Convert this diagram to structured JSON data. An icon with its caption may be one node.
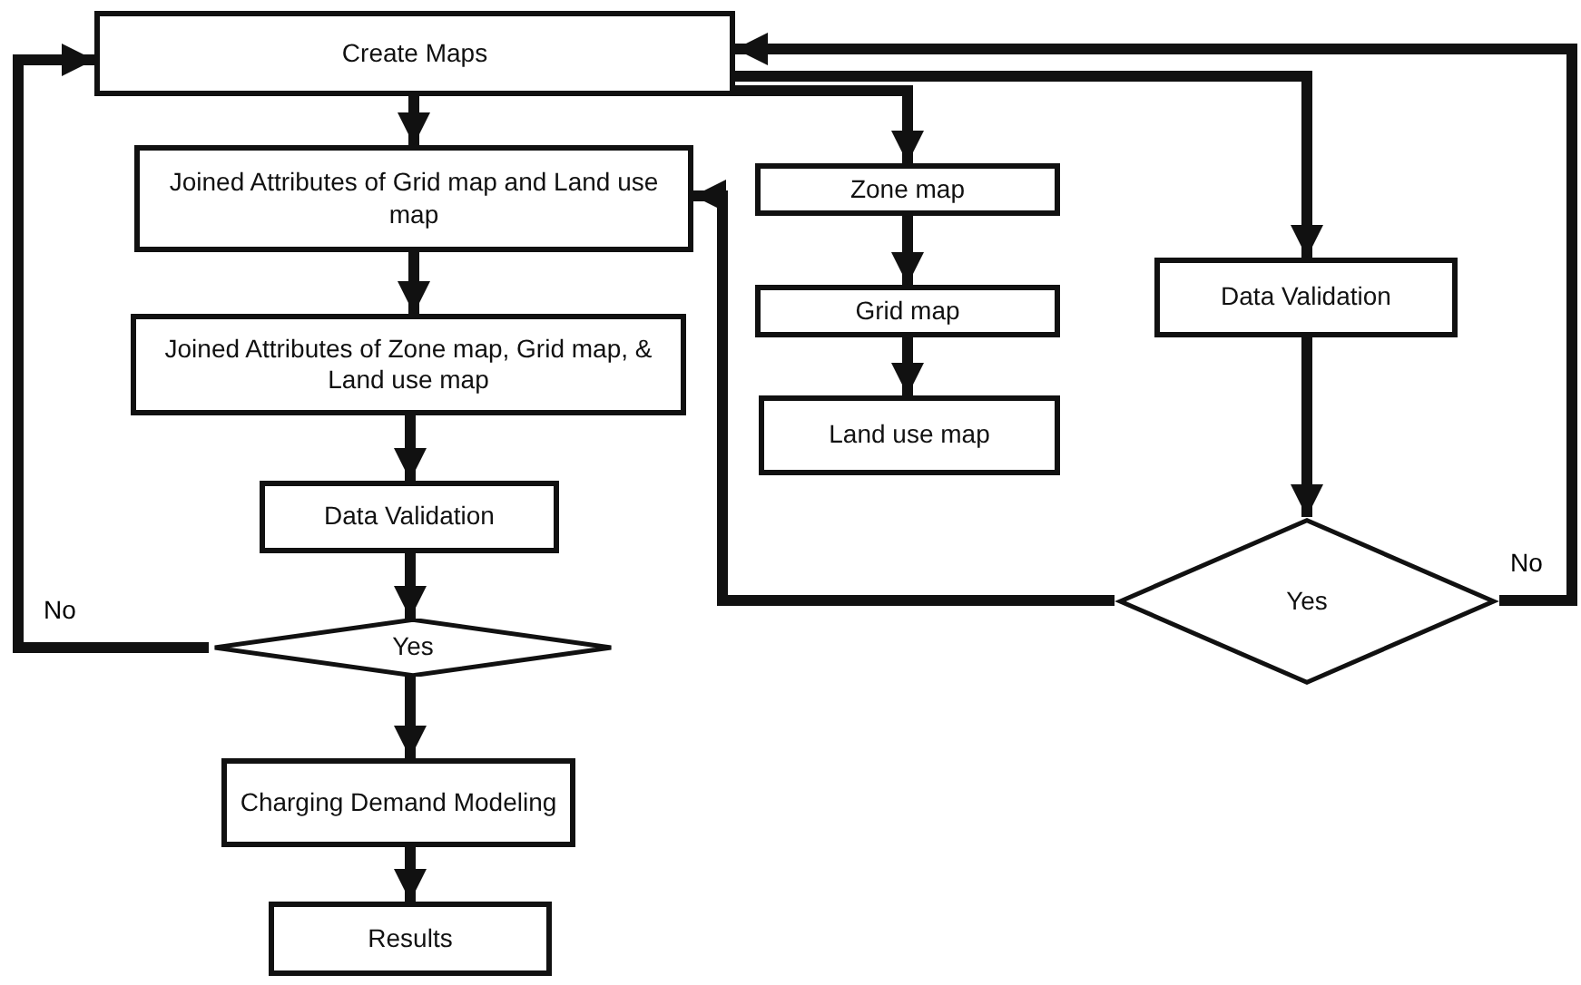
{
  "diagram": {
    "nodes": [
      {
        "text": [
          "Create Maps"
        ]
      },
      {
        "text": [
          "Joined Attributes of Grid map and Land use map"
        ]
      },
      {
        "text": [
          "Joined Attributes of Zone map, Grid map, & Land use map"
        ]
      },
      {
        "text": [
          "Data Validation"
        ]
      },
      {
        "text": [
          "Yes"
        ]
      },
      {
        "text": [
          "Charging Demand Modeling"
        ]
      },
      {
        "text": [
          "Results"
        ]
      },
      {
        "text": [
          "Zone map"
        ]
      },
      {
        "text": [
          "Grid map"
        ]
      },
      {
        "text": [
          "Land use map"
        ]
      },
      {
        "text": [
          "Data Validation"
        ]
      },
      {
        "text": [
          "Yes"
        ]
      }
    ],
    "edges": [
      {
        "from": 0,
        "to": 1,
        "arrow": "to"
      },
      {
        "from": 1,
        "to": 2,
        "arrow": "to"
      },
      {
        "from": 2,
        "to": 3,
        "arrow": "to"
      },
      {
        "from": 3,
        "to": 4,
        "arrow": "to"
      },
      {
        "from": 4,
        "to": 5,
        "arrow": "to"
      },
      {
        "from": 5,
        "to": 6,
        "arrow": "to"
      },
      {
        "from": 0,
        "to": 7,
        "arrow": "to"
      },
      {
        "from": 7,
        "to": 8,
        "arrow": "to"
      },
      {
        "from": 8,
        "to": 9,
        "arrow": "to"
      },
      {
        "from": 0,
        "to": 10,
        "arrow": "to"
      },
      {
        "from": 10,
        "to": 11,
        "arrow": "to"
      },
      {
        "from": 11,
        "to": 1,
        "arrow": "to"
      },
      {
        "from": 11,
        "to": 0,
        "arrow": "to",
        "label": "No"
      },
      {
        "from": 4,
        "to": 0,
        "arrow": "to",
        "label": "No"
      }
    ]
  }
}
